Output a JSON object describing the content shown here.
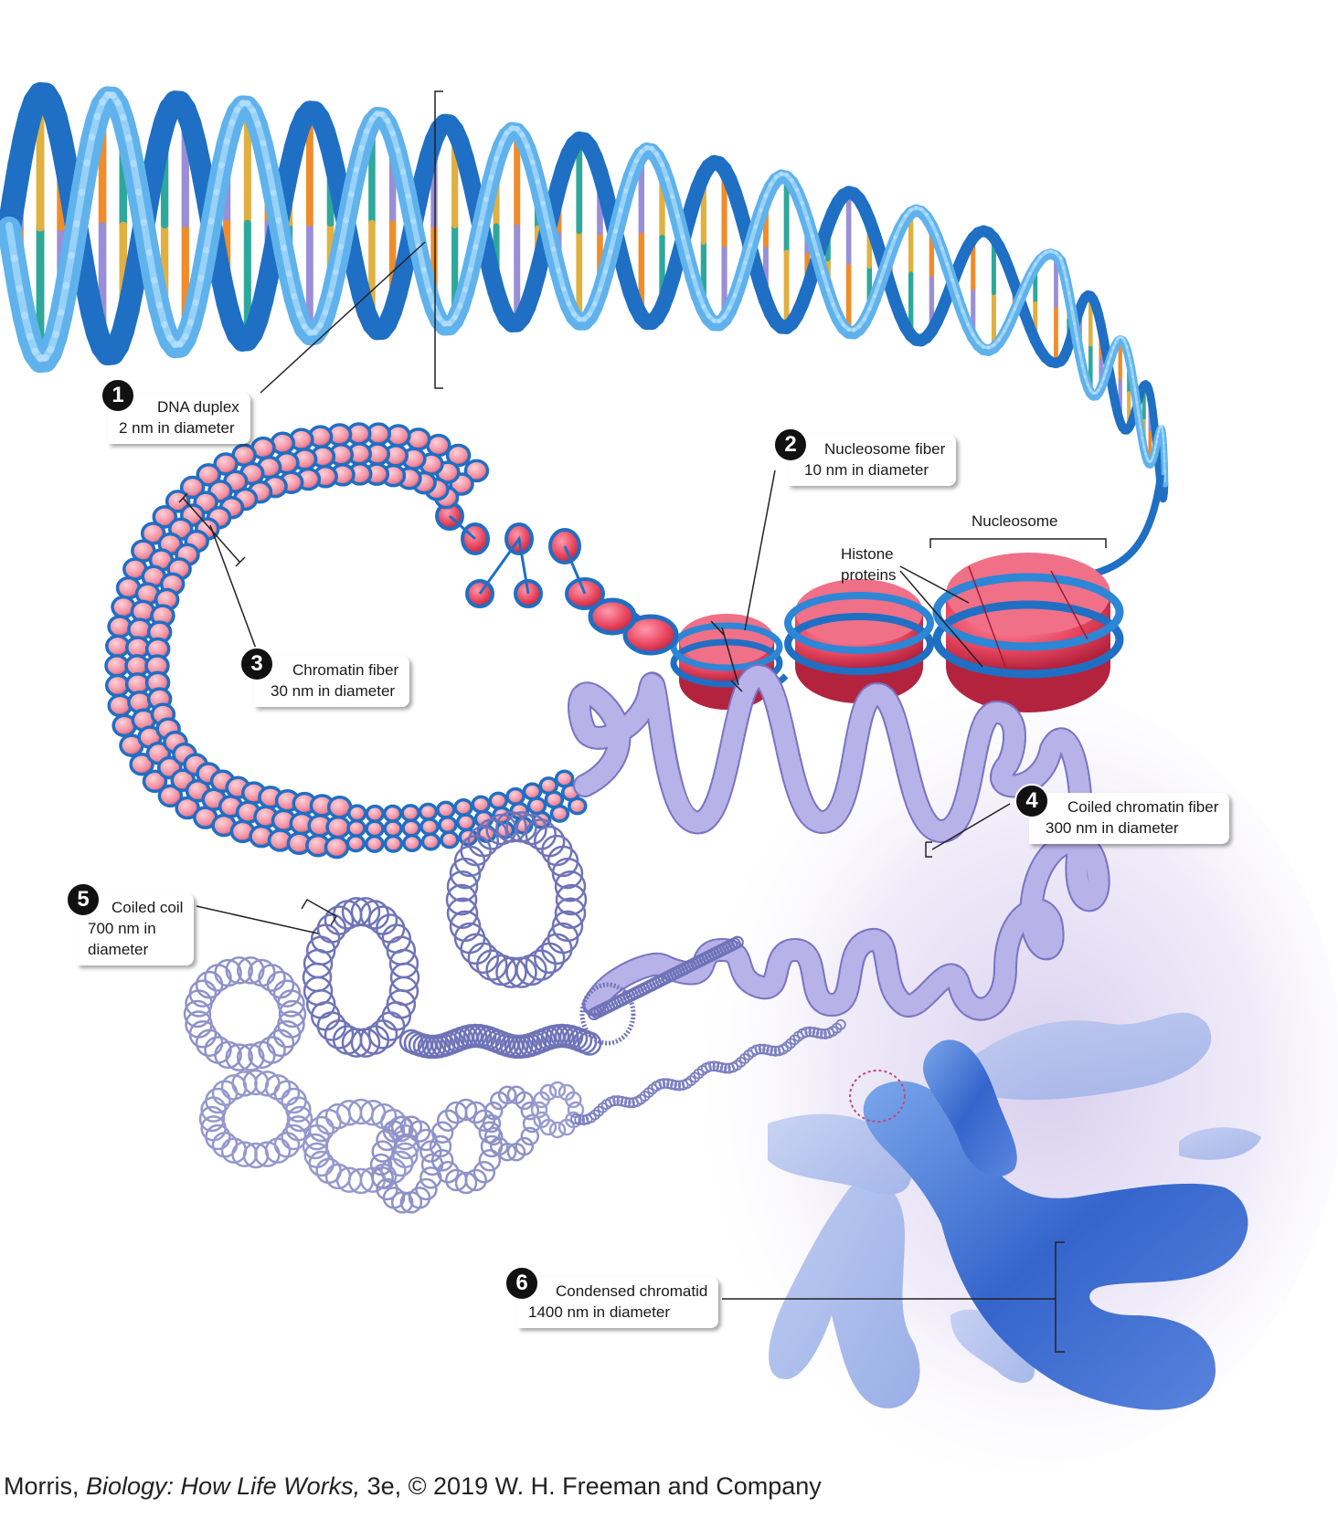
{
  "labels": {
    "dna_duplex": {
      "number": "1",
      "line1": "DNA duplex",
      "line2": "2 nm in diameter"
    },
    "nucleosome_fiber": {
      "number": "2",
      "line1": "Nucleosome fiber",
      "line2": "10 nm in diameter"
    },
    "chromatin_fiber": {
      "number": "3",
      "line1": "Chromatin fiber",
      "line2": "30 nm in diameter"
    },
    "coiled_chromatin": {
      "number": "4",
      "line1": "Coiled chromatin fiber",
      "line2": "300 nm in diameter"
    },
    "coiled_coil": {
      "number": "5",
      "line1": "Coiled coil",
      "line2": "700 nm in",
      "line3": "diameter"
    },
    "condensed_chromatid": {
      "number": "6",
      "line1": "Condensed chromatid",
      "line2": "1400 nm in diameter"
    },
    "nucleosome": "Nucleosome",
    "histone_line1": "Histone",
    "histone_line2": "proteins"
  },
  "credit": {
    "author": "Morris, ",
    "book": "Biology: How Life Works,",
    "rest": " 3e, © 2019 W. H. Freeman and Company"
  },
  "colors": {
    "dna_backbone": "#1f6fc4",
    "dna_backbone_light": "#5fb2ec",
    "base_orange": "#f08c2a",
    "base_teal": "#2ea89a",
    "base_purple": "#9a8fd6",
    "base_gold": "#e0b040",
    "histone_pink": "#e8475f",
    "histone_light": "#f6a3b0",
    "fiber_lavender": "#8a86d0",
    "coil_blue": "#6f73b8",
    "chromosome_blue": "#3f6fd0"
  }
}
